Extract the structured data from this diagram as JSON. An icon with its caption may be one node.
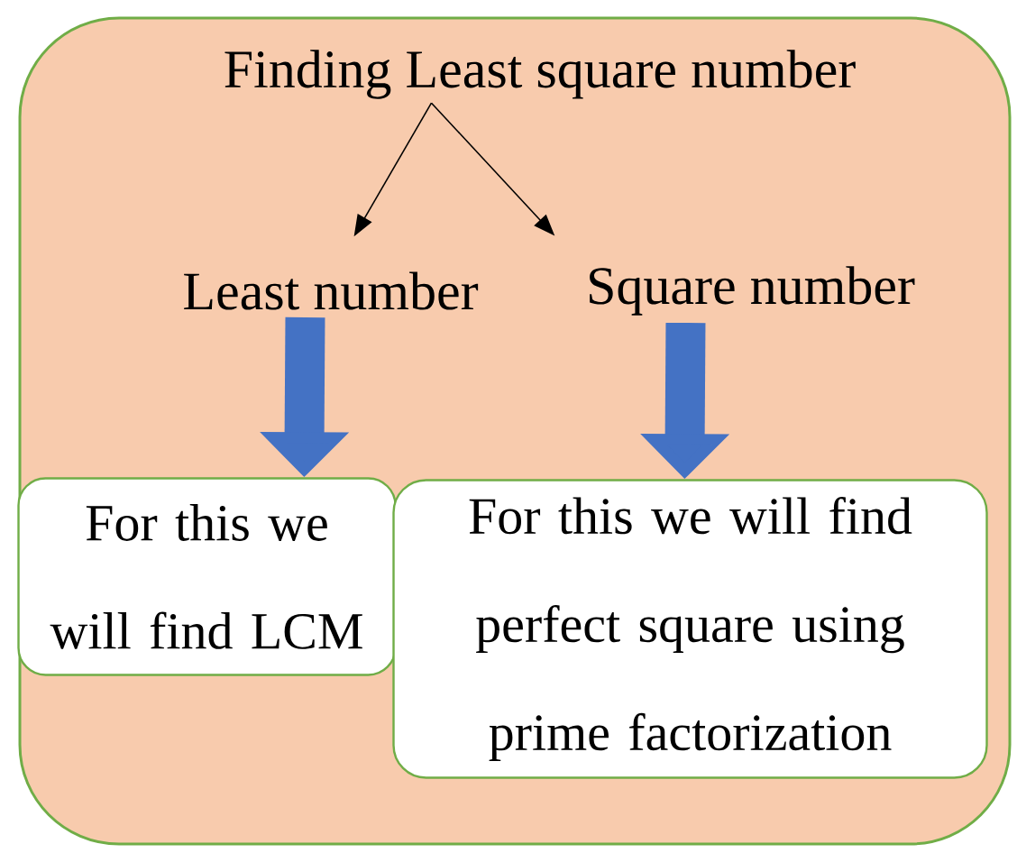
{
  "diagram": {
    "nodes": [
      {
        "text": [],
        "shape": "box"
      },
      {
        "text": [
          "Finding Least square number"
        ],
        "in": 0
      },
      {
        "text": [
          "Least number"
        ],
        "in": 0
      },
      {
        "text": [
          "Square number"
        ],
        "in": 0
      },
      {
        "text": [
          "For this we will find LCM"
        ],
        "in": 0
      },
      {
        "text": [
          "For this we will find perfect square using prime factorization"
        ],
        "in": 0
      }
    ],
    "edges": [
      {
        "from": 1,
        "to": 2,
        "arrow": "to"
      },
      {
        "from": 1,
        "to": 3,
        "arrow": "to"
      },
      {
        "from": 2,
        "to": 4,
        "arrow": "to",
        "style": "thick",
        "color": "#4472c4"
      },
      {
        "from": 3,
        "to": 5,
        "arrow": "to",
        "style": "thick",
        "color": "#4472c4"
      }
    ]
  }
}
